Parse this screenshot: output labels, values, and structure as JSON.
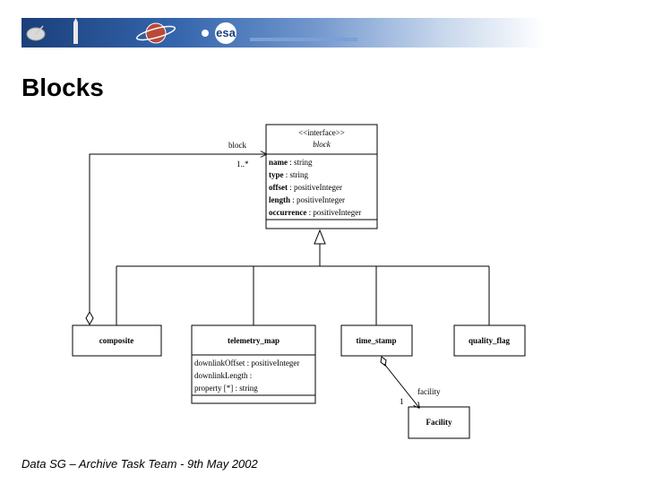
{
  "header": {
    "logo_text": "esa",
    "colors": {
      "banner_dark": "#1a3f7a",
      "banner_mid": "#6f95cc",
      "banner_light": "#ffffff"
    }
  },
  "slide": {
    "title": "Blocks"
  },
  "diagram": {
    "interface": {
      "stereotype": "<<interface>>",
      "name": "block",
      "attributes": [
        {
          "name": "name",
          "type": " : string"
        },
        {
          "name": "type",
          "type": " : string"
        },
        {
          "name": "offset",
          "type": " : positiveInteger"
        },
        {
          "name": "length",
          "type": " : positiveInteger"
        },
        {
          "name": "occurrence",
          "type": " : positiveInteger"
        }
      ]
    },
    "classes": {
      "composite": "composite",
      "telemetry_map": {
        "name": "telemetry_map",
        "attributes": [
          "downlinkOffset : positiveInteger",
          "downlinkLength :",
          "property [*] : string"
        ]
      },
      "time_stamp": "time_stamp",
      "quality_flag": "quality_flag",
      "facility": "Facility"
    },
    "associations": {
      "block_role": "block",
      "block_multiplicity": "1..*",
      "facility_role": "facility",
      "facility_multiplicity": "1"
    }
  },
  "footer": {
    "text": "Data SG – Archive Task Team - 9th May 2002"
  }
}
